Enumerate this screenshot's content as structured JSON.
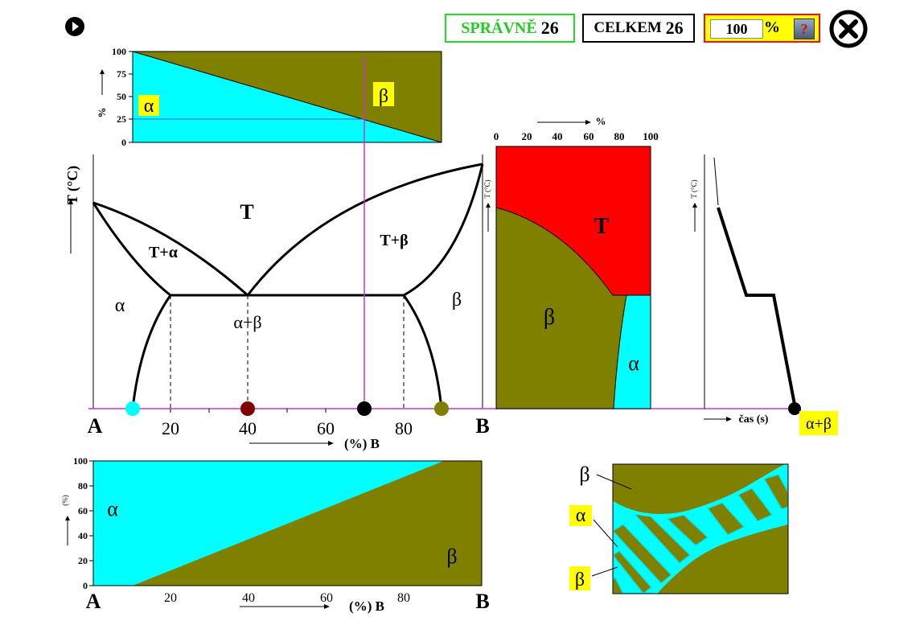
{
  "toolbar": {
    "correct_label": "SPRÁVNĚ",
    "correct_value": "26",
    "total_label": "CELKEM",
    "total_value": "26",
    "percent_value": "100",
    "percent_sign": "%",
    "help_label": "?"
  },
  "colors": {
    "alpha": "#00ffff",
    "beta": "#808000",
    "liquid": "#ff0000",
    "highlight": "#ffff00",
    "magenta_line": "#cc33cc",
    "marker_cyan": "#00ffff",
    "marker_darkred": "#800000",
    "marker_black": "#000000",
    "marker_olive": "#808000"
  },
  "icons": {
    "next": "next-arrow-icon",
    "close": "close-x-icon",
    "help": "question-icon"
  },
  "top_chart": {
    "ylabel": "%",
    "yticks": [
      "0",
      "25",
      "50",
      "75",
      "100"
    ],
    "alpha_label": "α",
    "beta_label": "β"
  },
  "phase_diagram": {
    "ylabel": "T (°C)",
    "xlabel": "(%) B",
    "left_component": "A",
    "right_component": "B",
    "xticks": [
      "20",
      "40",
      "60",
      "80"
    ],
    "regions": {
      "liquid": "T",
      "liquid_alpha": "T+α",
      "liquid_beta": "T+β",
      "alpha": "α",
      "beta": "β",
      "alpha_beta": "α+β"
    },
    "markers_x": [
      10,
      40,
      70,
      90
    ]
  },
  "structure_chart": {
    "xlabel": "%",
    "ylabel": "T (°C)",
    "xticks": [
      "0",
      "20",
      "40",
      "60",
      "80",
      "100"
    ],
    "liquid_label": "T",
    "beta_label": "β",
    "alpha_label": "α"
  },
  "cooling_curve": {
    "ylabel": "T (°C)",
    "xlabel": "čas (s)",
    "result_label": "α+β"
  },
  "bottom_chart": {
    "ylabel": "(%)",
    "yticks": [
      "0",
      "20",
      "40",
      "60",
      "80",
      "100"
    ],
    "xticks": [
      "20",
      "40",
      "60",
      "80"
    ],
    "xlabel": "(%) B",
    "left_component": "A",
    "right_component": "B",
    "alpha_label": "α",
    "beta_label": "β"
  },
  "micro": {
    "beta_label_top": "β",
    "alpha_label": "α",
    "beta_label_bottom": "β"
  }
}
